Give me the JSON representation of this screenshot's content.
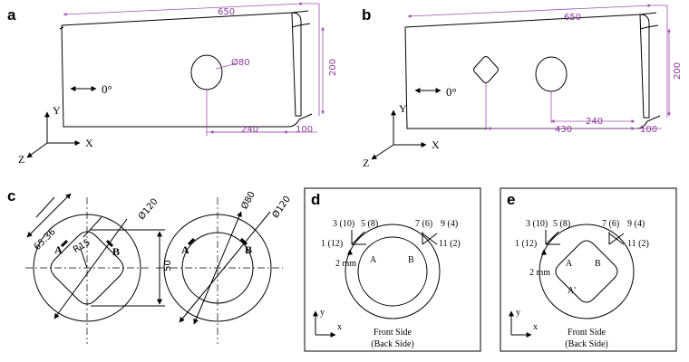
{
  "panels": {
    "a": {
      "label": "a",
      "dims": {
        "length": "650",
        "height": "200",
        "hole_dia": "Ø80",
        "hole_pos": "240",
        "flange": "100"
      },
      "direction": "0°",
      "axes": {
        "x": "X",
        "y": "Y",
        "z": "Z"
      }
    },
    "b": {
      "label": "b",
      "dims": {
        "length": "650",
        "height": "200",
        "pos_round": "240",
        "pos_square": "430",
        "flange": "100"
      },
      "direction": "0°",
      "axes": {
        "x": "X",
        "y": "Y",
        "z": "Z"
      }
    },
    "c": {
      "label": "c",
      "left": {
        "diag": "65.36",
        "radius": "R15",
        "outer_dia": "Ø120",
        "height": "50",
        "point_a": "A",
        "point_b": "B"
      },
      "right": {
        "inner_dia": "Ø80",
        "outer_dia": "Ø120",
        "point_a": "A",
        "point_b": "B"
      }
    },
    "d": {
      "label": "d",
      "gauges": {
        "g1": "3 (10)",
        "g2": "5 (8)",
        "g3": "7 (6)",
        "g4": "9 (4)",
        "g5": "1 (12)",
        "g6": "11 (2)"
      },
      "offset": "2 mm",
      "points": {
        "a": "A",
        "b": "B"
      },
      "caption_front": "Front Side",
      "caption_back": "(Back Side)",
      "axes": {
        "x": "x",
        "y": "y"
      }
    },
    "e": {
      "label": "e",
      "gauges": {
        "g1": "3 (10)",
        "g2": "5 (8)",
        "g3": "7 (6)",
        "g4": "9 (4)",
        "g5": "1 (12)",
        "g6": "11 (2)"
      },
      "offset": "2 mm",
      "points": {
        "a": "A",
        "b": "B",
        "a2": "A'"
      },
      "caption_front": "Front Side",
      "caption_back": "(Back Side)",
      "axes": {
        "x": "x",
        "y": "y"
      }
    }
  },
  "colors": {
    "dimension": "#a050b0",
    "line": "#000000"
  }
}
